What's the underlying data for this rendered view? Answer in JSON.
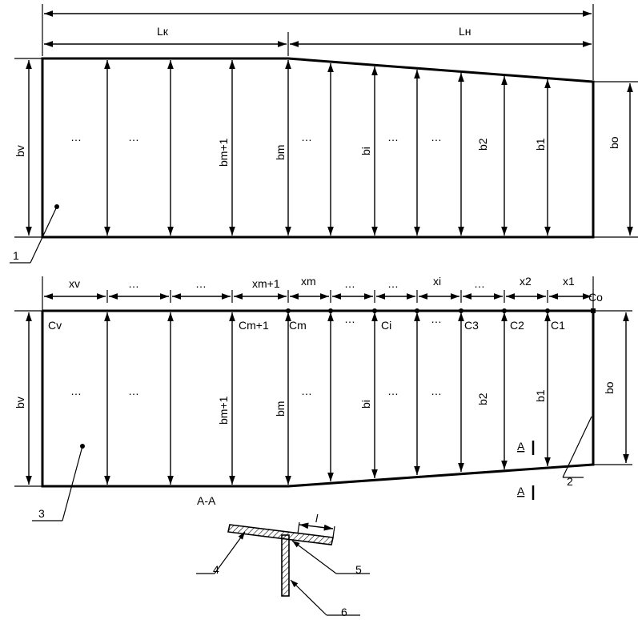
{
  "top": {
    "L_total_label": "",
    "Lk": "Lк",
    "Lh": "Lн",
    "bv": "bv",
    "bm1": "bm+1",
    "bm": "bm",
    "bi": "bi",
    "b2": "b2",
    "b1": "b1",
    "bo": "bo",
    "dots": "…",
    "callout1": "1"
  },
  "bottom": {
    "xv": "xv",
    "xm1": "xm+1",
    "xm": "xm",
    "xi": "xi",
    "x2": "x2",
    "x1": "x1",
    "Co": "Co",
    "Cv": "Cv",
    "Cm1": "Cm+1",
    "Cm": "Cm",
    "Ci": "Ci",
    "C3": "C3",
    "C2": "C2",
    "C1": "C1",
    "bv": "bv",
    "bm1": "bm+1",
    "bm": "bm",
    "bi": "bi",
    "b2": "b2",
    "b1": "b1",
    "bo": "bo",
    "dots": "…",
    "AA_mark": "A",
    "callout2": "2",
    "callout3": "3"
  },
  "section": {
    "title": "A-A",
    "l_label": "l",
    "callout4": "4",
    "callout5": "5",
    "callout6": "6"
  }
}
